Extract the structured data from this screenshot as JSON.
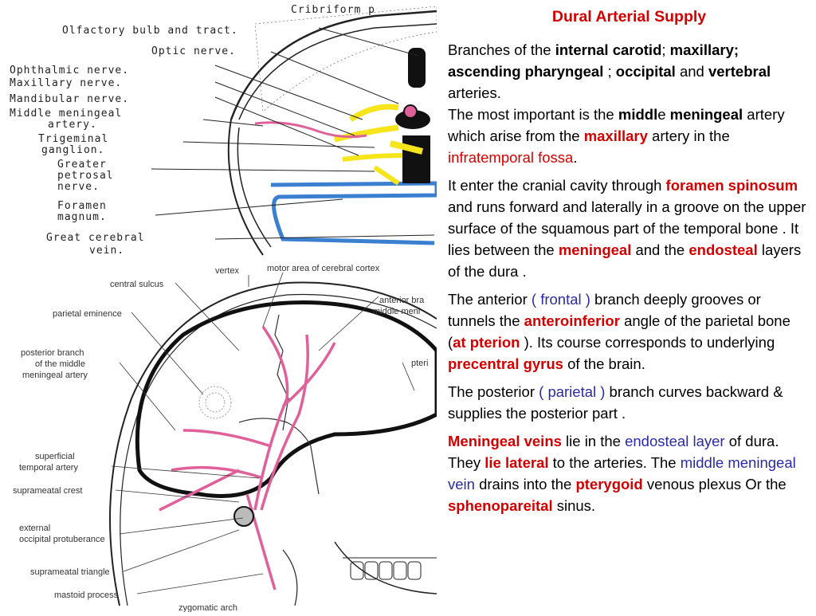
{
  "top_diagram_labels": {
    "cribriform": "Cribriform p",
    "olfactory": "Olfactory bulb and tract.",
    "optic": "Optic nerve.",
    "ophthalmic": "Ophthalmic nerve.",
    "maxillary": "Maxillary nerve.",
    "mandibular": "Mandibular nerve.",
    "middle_meningeal_1": "Middle meningeal",
    "middle_meningeal_2": "artery.",
    "trigeminal_1": "Trigeminal",
    "trigeminal_2": "ganglion.",
    "greater_1": "Greater",
    "greater_2": "petrosal",
    "greater_3": "nerve.",
    "foramen_1": "Foramen",
    "foramen_2": "magnum.",
    "great_cerebral_1": "Great cerebral",
    "great_cerebral_2": "vein."
  },
  "bottom_diagram_labels": {
    "vertex": "vertex",
    "motor_area": "motor area of cerebral cortex",
    "central_sulcus": "central sulcus",
    "parietal_eminence": "parietal eminence",
    "anterior_branch_1": "anterior bra",
    "anterior_branch_2": "middle meni",
    "posterior_branch_1": "posterior branch",
    "posterior_branch_2": "of the middle",
    "posterior_branch_3": "meningeal artery",
    "pterion": "pteri",
    "superficial_1": "superficial",
    "superficial_2": "temporal artery",
    "suprameatal_crest": "suprameatal crest",
    "external_1": "external",
    "external_2": "occipital protuberance",
    "suprameatal_triangle": "suprameatal triangle",
    "mastoid": "mastoid process",
    "zygomatic": "zygomatic arch"
  },
  "text": {
    "title": "Dural Arterial Supply",
    "p1": {
      "a": "Branches of the ",
      "b": "internal carotid",
      "c": "; ",
      "d": "maxillary; ascending pharyngeal",
      "e": " ; ",
      "f": "occipital",
      "g": " and ",
      "h": "vertebral",
      "i": " arteries.",
      "j": "The most important is the ",
      "k": "middl",
      "l": "e ",
      "m": "meningeal",
      "n": " artery which arise from the ",
      "o": "maxillary",
      "p": " artery in the ",
      "q": "infratemporal fossa",
      "r": "."
    },
    "p2": {
      "a": "It enter the cranial cavity through ",
      "b": "foramen spinosum",
      "c": " and runs forward and laterally in a groove on the upper surface of the squamous part of the temporal bone . It lies between the ",
      "d": "meningeal",
      "e": " and the ",
      "f": "endosteal",
      "g": " layers of the dura ."
    },
    "p3": {
      "a": "The anterior ",
      "b": "( frontal )",
      "c": " branch deeply grooves or tunnels the ",
      "d": "anteroinferior",
      "e": " angle of the parietal bone (",
      "f": "at pterion",
      "g": " ). Its course corresponds  to underlying ",
      "h": "precentral gyrus",
      "i": " of the brain."
    },
    "p4": {
      "a": "The posterior ",
      "b": "( parietal )",
      "c": " branch curves backward & supplies the posterior part ."
    },
    "p5": {
      "a": "Meningeal veins",
      "b": " lie in the ",
      "c": "endosteal layer",
      "d": " of dura. They ",
      "e": "lie lateral",
      "f": " to the arteries. The ",
      "g": "middle meningeal vein",
      "h": " drains into the ",
      "i": "pterygoid",
      "j": " venous plexus Or the ",
      "k": "sphenopareital",
      "l": " sinus."
    }
  },
  "colors": {
    "accent_red": "#d40000",
    "accent_blue": "#2a2aa8",
    "artery_pink": "#e0609a",
    "nerve_yellow": "#f5e51a",
    "vein_blue": "#3a7fd0"
  }
}
